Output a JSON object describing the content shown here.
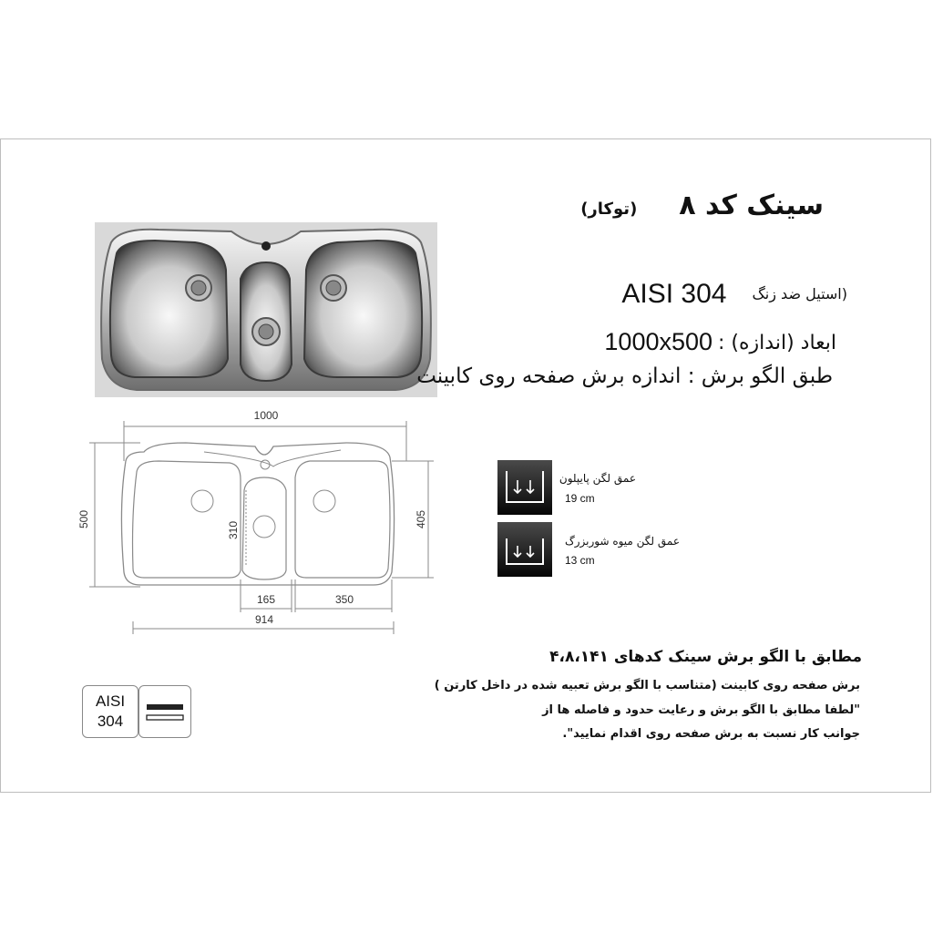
{
  "product": {
    "title": "سینک کد ۸",
    "subtitle": "(توکار)",
    "material_note": "(استیل ضد زنگ",
    "material": "AISI 304",
    "dimensions_label": "ابعاد (اندازه)  :",
    "dimensions_value": "1000x500",
    "cut_note": "طبق الگو برش : اندازه برش صفحه روی کابینت"
  },
  "drawing": {
    "dim_total_width": "1000",
    "dim_total_height": "500",
    "dim_bowl_height": "405",
    "dim_center_height": "310",
    "dim_center_width": "165",
    "dim_side_width": "350",
    "dim_inner_width": "914"
  },
  "depths": [
    {
      "label": "عمق لگن پایپلون",
      "value": "19 cm"
    },
    {
      "label": "عمق لگن میوه شوربزرگ",
      "value": "13 cm"
    }
  ],
  "notes": {
    "heading": "مطابق با الگو برش سینک کدهای ۴،۸،۱۴۱",
    "line1": "برش صفحه روی کابینت (متناسب با الگو برش تعبیه شده در داخل کارتن )",
    "line2": "\"لطفا مطابق با الگو برش و رعایت حدود و فاصله ها از",
    "line3": "جوانب کار نسبت به برش صفحه روی اقدام نمایید\"."
  },
  "badge": {
    "line1": "AISI",
    "line2": "304"
  },
  "colors": {
    "steel_dark": "#5b5b5b",
    "steel_light": "#e8e8e8",
    "line": "#8a8a8a"
  }
}
